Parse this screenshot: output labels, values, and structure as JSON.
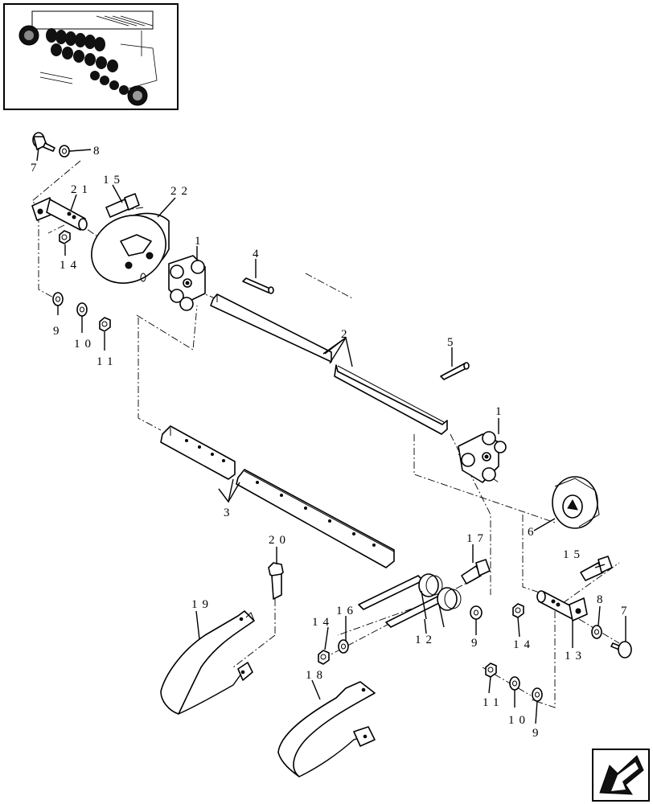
{
  "callouts": {
    "c1a": "1",
    "c1b": "1",
    "c2": "2",
    "c3": "3",
    "c4": "4",
    "c5": "5",
    "c6": "6",
    "c7a": "7",
    "c7b": "7",
    "c8a": "8",
    "c8b": "8",
    "c9a": "9",
    "c9b": "9",
    "c9c": "9",
    "c10a": "10",
    "c10b": "10",
    "c11a": "11",
    "c11b": "11",
    "c12": "12",
    "c13": "13",
    "c14a": "14",
    "c14b": "14",
    "c14c": "14",
    "c15a": "15",
    "c15b": "15",
    "c16": "16",
    "c17": "17",
    "c18": "18",
    "c19": "19",
    "c20": "20",
    "c21": "21",
    "c22": "22"
  },
  "icons": {
    "thumbnail": "machine-thumbnail-icon",
    "navigation": "previous-page-arrow-icon"
  }
}
